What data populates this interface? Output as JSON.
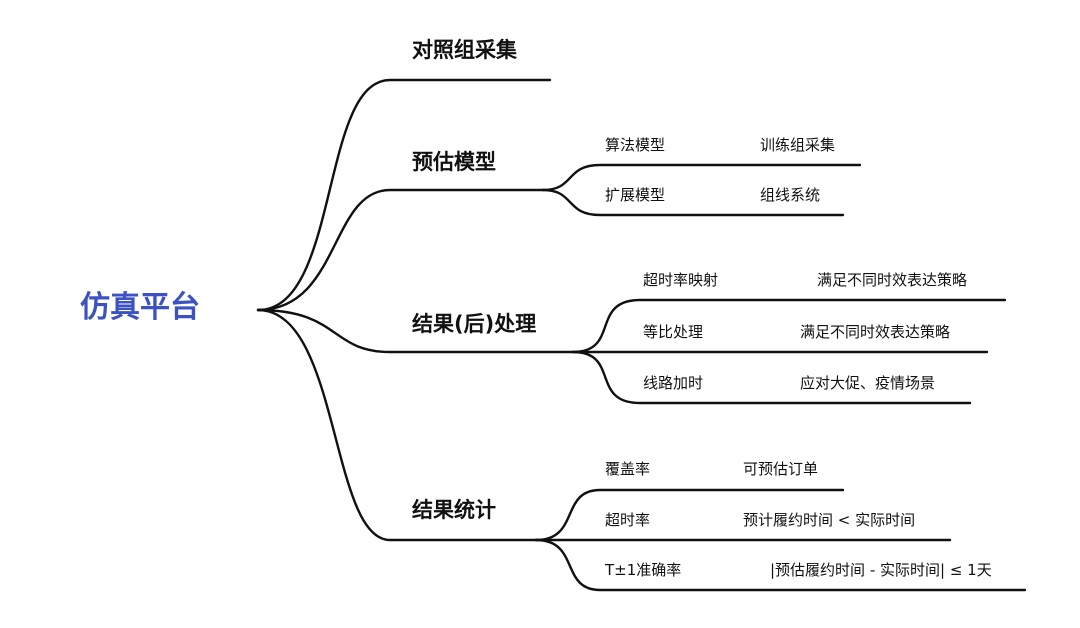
{
  "root": {
    "label": "仿真平台",
    "color": "#3d52c2"
  },
  "branches": [
    {
      "label": "对照组采集",
      "children": []
    },
    {
      "label": "预估模型",
      "children": [
        {
          "label": "算法模型",
          "note": "训练组采集"
        },
        {
          "label": "扩展模型",
          "note": "组线系统"
        }
      ]
    },
    {
      "label": "结果(后)处理",
      "children": [
        {
          "label": "超时率映射",
          "note": "满足不同时效表达策略"
        },
        {
          "label": "等比处理",
          "note": "满足不同时效表达策略"
        },
        {
          "label": "线路加时",
          "note": "应对大促、疫情场景"
        }
      ]
    },
    {
      "label": "结果统计",
      "children": [
        {
          "label": "覆盖率",
          "note": "可预估订单"
        },
        {
          "label": "超时率",
          "note": "预计履约时间 < 实际时间"
        },
        {
          "label": "T±1准确率",
          "note": "|预估履约时间 - 实际时间| ≤ 1天"
        }
      ]
    }
  ]
}
